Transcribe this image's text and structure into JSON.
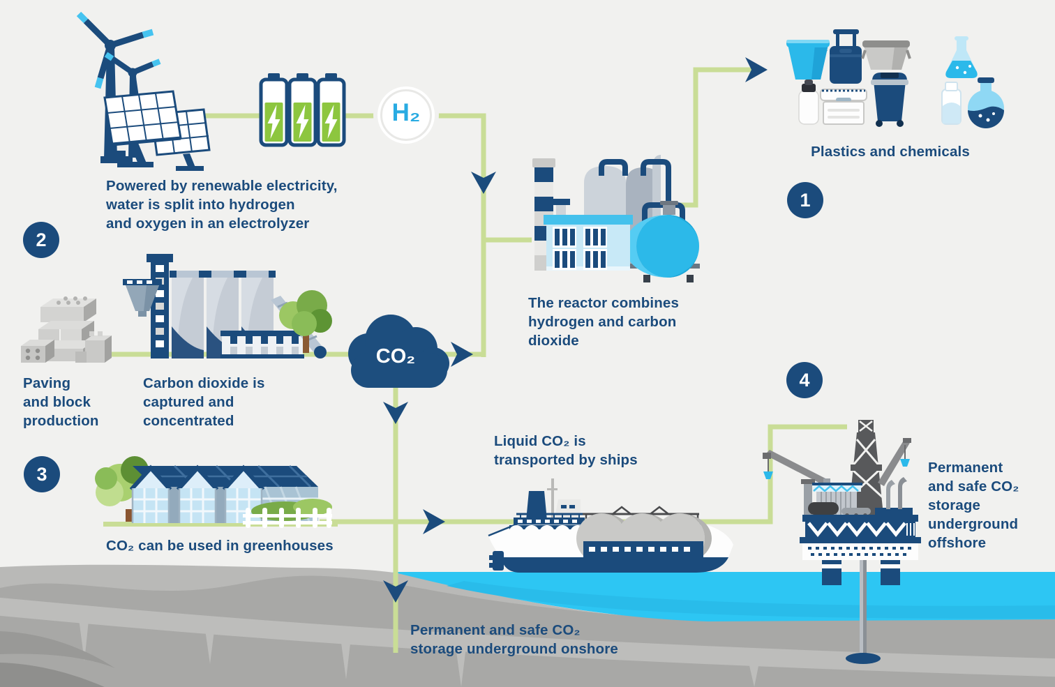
{
  "title": "Carbon capture and hydrogen utilisation infographic",
  "colors": {
    "background": "#f1f1ef",
    "navy": "#1b4b7c",
    "cyan": "#2bb9ea",
    "light_cyan": "#8fd8f4",
    "flow_line_green": "#c9dd96",
    "battery_green": "#8dc63f",
    "water_blue": "#2dc6f3",
    "terrain_gray": "#b9b9b7",
    "terrain_dark_gray": "#a8a8a6"
  },
  "badges": {
    "step1": "1",
    "step2": "2",
    "step3": "3",
    "step4": "4"
  },
  "labels": {
    "renewable": "Powered by renewable electricity,\nwater is split into hydrogen\nand oxygen in an electrolyzer",
    "paving": "Paving\nand block\nproduction",
    "capture": "Carbon dioxide is\ncaptured and\nconcentrated",
    "reactor": "The reactor combines\nhydrogen and carbon\ndioxide",
    "plastics": "Plastics and chemicals",
    "greenhouse": "CO₂ can be used in greenhouses",
    "ship": "Liquid CO₂ is\ntransported by ships",
    "offshore": "Permanent\nand safe CO₂\nstorage\nunderground\noffshore",
    "onshore": "Permanent and safe CO₂\nstorage underground onshore",
    "h2_node": "H₂",
    "co2_cloud": "CO₂"
  },
  "icons": {
    "wind_turbines": "wind-turbines-icon",
    "solar_panels": "solar-panels-icon",
    "batteries": "batteries-icon",
    "hydrogen_node": "hydrogen-circle-icon",
    "co2_cloud": "co2-cloud-icon",
    "cement_plant": "cement-plant-icon",
    "paving_blocks": "paving-blocks-icon",
    "reactor_plant": "reactor-icon",
    "plastics_items": "plastics-and-chemicals-icons",
    "greenhouse": "greenhouse-icon",
    "tanker_ship": "ship-icon",
    "offshore_platform": "offshore-platform-icon",
    "injection_well": "injection-well-icon",
    "flow_arrow": "flow-arrow-icon"
  }
}
